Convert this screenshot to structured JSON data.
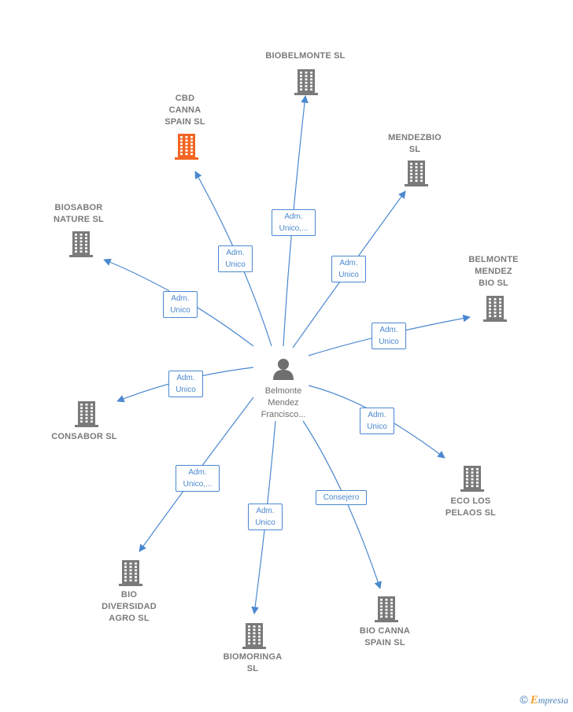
{
  "colors": {
    "edge": "#4a88cf",
    "company": "#7a7a7a",
    "highlight": "#f26522",
    "person": "#6f6f6f"
  },
  "person": {
    "name": "Belmonte\nMendez\nFrancisco..."
  },
  "companies": [
    {
      "id": "biobelmonte",
      "label": "BIOBELMONTE SL",
      "highlight": false
    },
    {
      "id": "cbd-canna-spain",
      "label": "CBD\nCANNA\nSPAIN  SL",
      "highlight": true
    },
    {
      "id": "mendezbio",
      "label": "MENDEZBIO\nSL",
      "highlight": false
    },
    {
      "id": "biosabor-nature",
      "label": "BIOSABOR\nNATURE SL",
      "highlight": false
    },
    {
      "id": "belmonte-mendez-bio",
      "label": "BELMONTE\nMENDEZ\nBIO  SL",
      "highlight": false
    },
    {
      "id": "consabor",
      "label": "CONSABOR SL",
      "highlight": false
    },
    {
      "id": "eco-los-pelaos",
      "label": "ECO LOS\nPELAOS  SL",
      "highlight": false
    },
    {
      "id": "bio-diversidad-agro",
      "label": "BIO\nDIVERSIDAD\nAGRO  SL",
      "highlight": false
    },
    {
      "id": "biomoringa",
      "label": "BIOMORINGA\nSL",
      "highlight": false
    },
    {
      "id": "bio-canna-spain",
      "label": "BIO CANNA\nSPAIN  SL",
      "highlight": false
    }
  ],
  "edges": [
    {
      "to": "biobelmonte",
      "label": "Adm.\nUnico,..."
    },
    {
      "to": "cbd-canna-spain",
      "label": "Adm.\nUnico"
    },
    {
      "to": "mendezbio",
      "label": "Adm.\nUnico"
    },
    {
      "to": "biosabor-nature",
      "label": "Adm.\nUnico"
    },
    {
      "to": "belmonte-mendez-bio",
      "label": "Adm.\nUnico"
    },
    {
      "to": "consabor",
      "label": "Adm.\nUnico"
    },
    {
      "to": "eco-los-pelaos",
      "label": "Adm.\nUnico"
    },
    {
      "to": "bio-diversidad-agro",
      "label": "Adm.\nUnico,..."
    },
    {
      "to": "biomoringa",
      "label": "Adm.\nUnico"
    },
    {
      "to": "bio-canna-spain",
      "label": "Consejero"
    }
  ],
  "watermark": {
    "copyright": "©",
    "brand_initial": "E",
    "brand_rest": "mpresia"
  }
}
